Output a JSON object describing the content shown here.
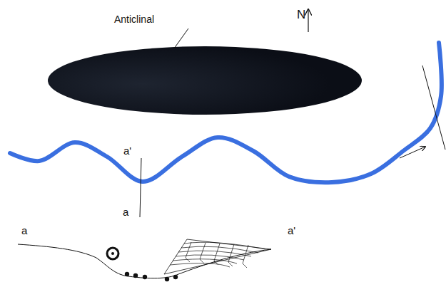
{
  "diagram": {
    "labels": [
      "Anticlinal",
      "N",
      "a'",
      "a",
      "a",
      "a'"
    ]
  }
}
